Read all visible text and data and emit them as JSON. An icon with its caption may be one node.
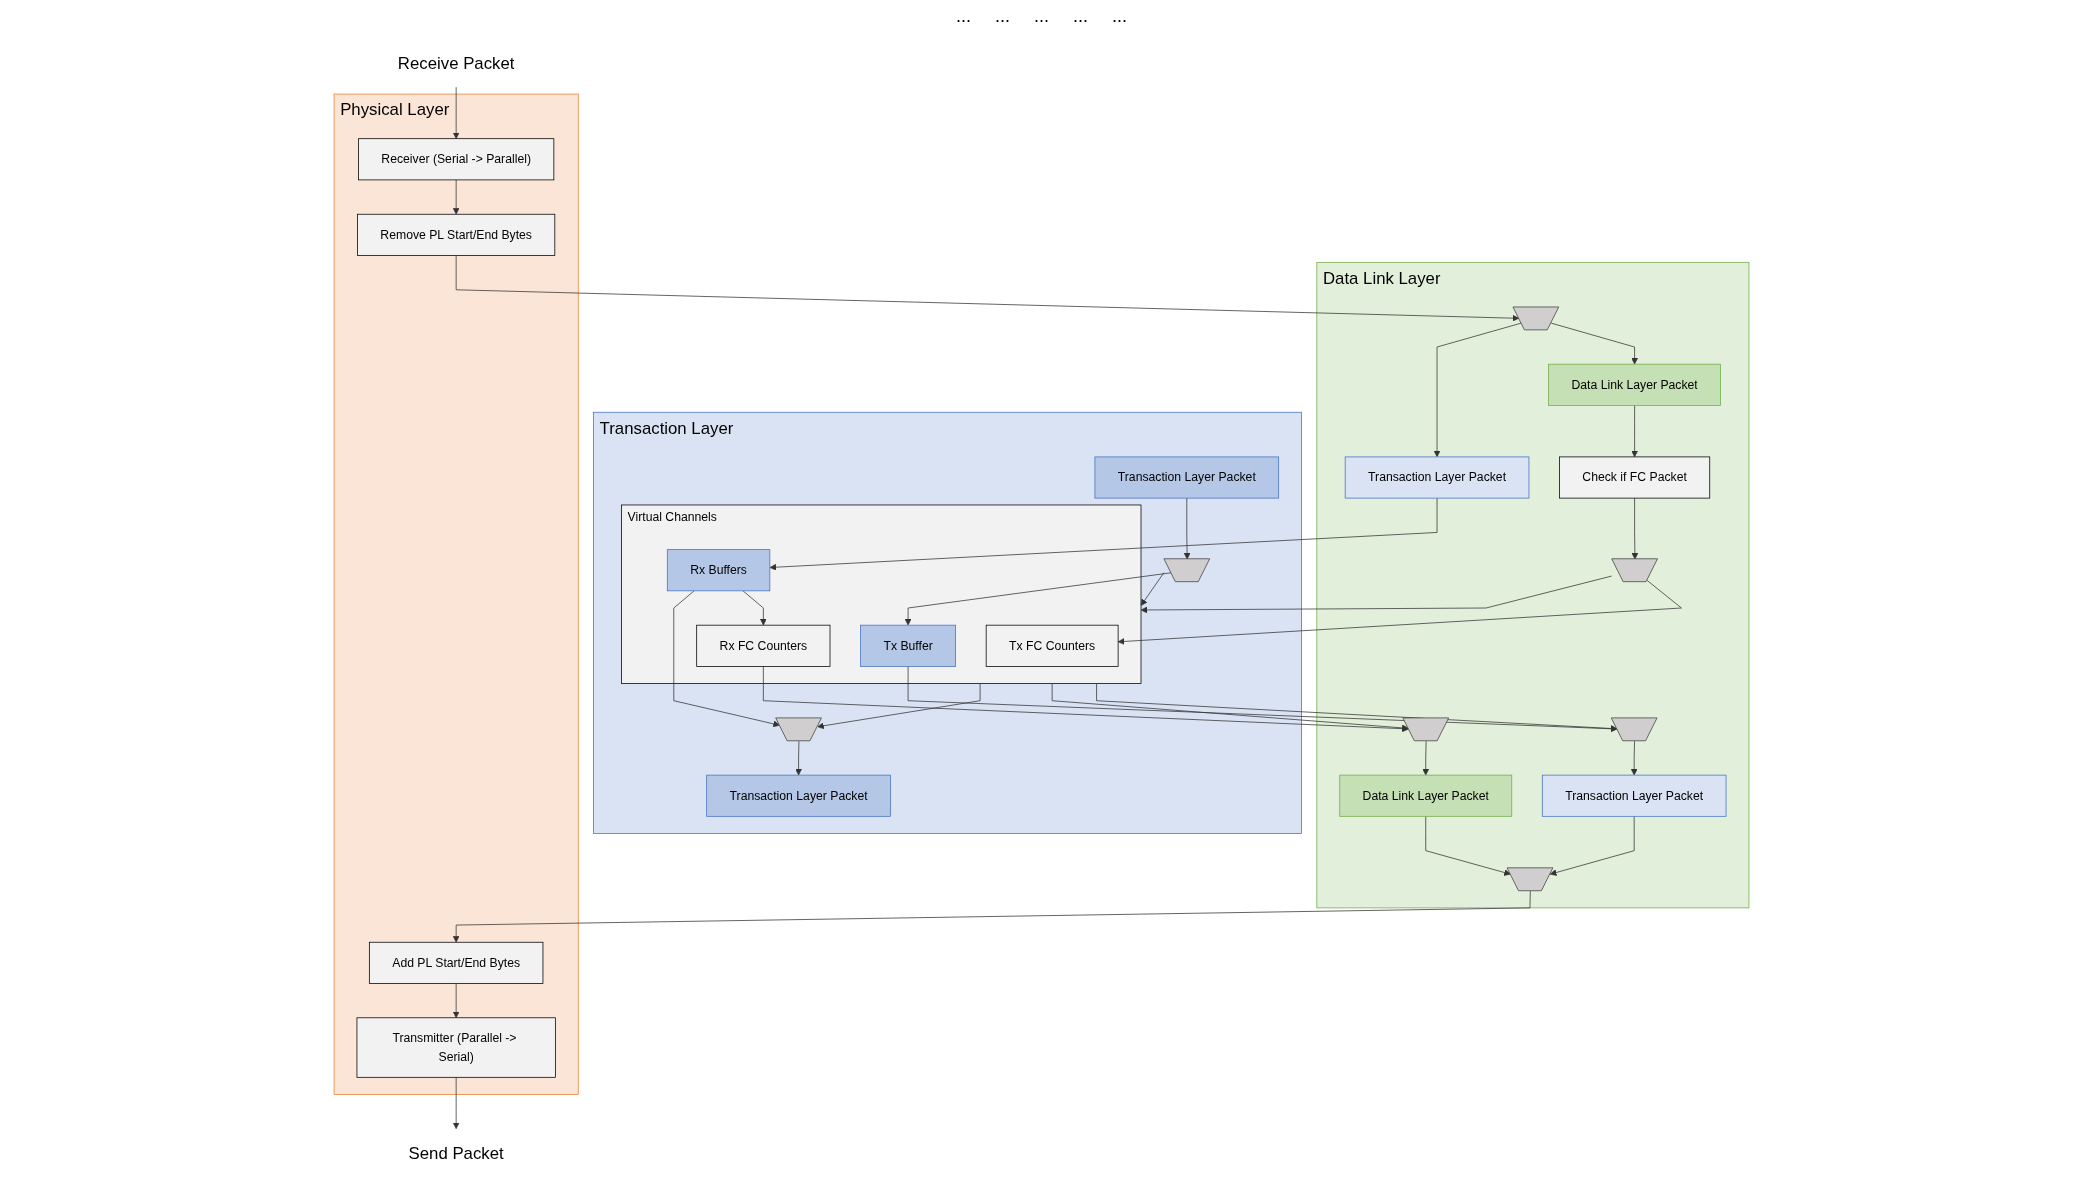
{
  "diagram": {
    "nodes": [
      {
        "text": [
          "Transaction Layer"
        ]
      },
      {
        "text": [
          "Transaction Layer Packet"
        ],
        "in": 0
      },
      {
        "text": [
          "Transaction Layer Packet"
        ],
        "in": 0
      },
      {
        "text": [],
        "shape": "trapezoid",
        "in": 0
      },
      {
        "text": [],
        "shape": "trapezoid",
        "in": 0
      },
      {
        "text": [
          "Virtual Channels"
        ],
        "in": 0
      },
      {
        "text": [
          "Tx Buffer"
        ],
        "in": 5
      },
      {
        "text": [
          "Rx FC Counters"
        ],
        "in": 5
      },
      {
        "text": [
          "Rx Buffers"
        ],
        "in": 5
      },
      {
        "text": [
          "Tx FC Counters"
        ],
        "in": 5
      },
      {
        "text": [
          "Data Link Layer"
        ]
      },
      {
        "text": [],
        "shape": "trapezoid",
        "in": 10
      },
      {
        "text": [],
        "shape": "trapezoid",
        "in": 10
      },
      {
        "text": [],
        "shape": "trapezoid",
        "in": 10
      },
      {
        "text": [
          "Check if FC Packet"
        ],
        "in": 10
      },
      {
        "text": [
          "Transaction Layer Packet"
        ],
        "in": 10
      },
      {
        "text": [
          "Data Link Layer Packet"
        ],
        "in": 10
      },
      {
        "text": [
          "Data Link Layer Packet"
        ],
        "in": 10
      },
      {
        "text": [
          "Transaction Layer Packet"
        ],
        "in": 10
      },
      {
        "text": [],
        "shape": "trapezoid",
        "in": 10
      },
      {
        "text": [],
        "shape": "trapezoid",
        "in": 10
      },
      {
        "text": [
          "Physical Layer"
        ]
      },
      {
        "text": [
          "Add PL Start/End Bytes"
        ],
        "in": 21
      },
      {
        "text": [
          "Remove PL Start/End Bytes"
        ],
        "in": 21
      },
      {
        "text": [
          "Transmitter (Parallel -> Serial)"
        ],
        "in": 21
      },
      {
        "text": [
          "Receiver (Serial -> Parallel)"
        ],
        "in": 21
      },
      {
        "text": [
          "Send Packet"
        ]
      },
      {
        "text": [
          "Receive Packet"
        ]
      }
    ],
    "edges": [
      {
        "from": 1,
        "to": 3,
        "arrow": "to"
      },
      {
        "from": 3,
        "to": 6,
        "arrow": "to"
      },
      {
        "from": 3,
        "to": 5,
        "arrow": "to"
      },
      {
        "from": 6,
        "to": 11,
        "arrow": "to"
      },
      {
        "from": 5,
        "to": 11,
        "arrow": "to"
      },
      {
        "from": 7,
        "to": 12,
        "arrow": "to"
      },
      {
        "from": 5,
        "to": 12,
        "arrow": "to"
      },
      {
        "from": 11,
        "to": 15,
        "arrow": "to"
      },
      {
        "from": 12,
        "to": 16,
        "arrow": "to"
      },
      {
        "from": 15,
        "to": 19,
        "arrow": "to"
      },
      {
        "from": 16,
        "to": 19,
        "arrow": "to"
      },
      {
        "from": 19,
        "to": 22,
        "arrow": "to"
      },
      {
        "from": 22,
        "to": 24,
        "arrow": "to"
      },
      {
        "from": 24,
        "to": 26,
        "arrow": "to"
      },
      {
        "from": 27,
        "to": 25,
        "arrow": "to"
      },
      {
        "from": 25,
        "to": 23,
        "arrow": "to"
      },
      {
        "from": 23,
        "to": 20,
        "arrow": "to"
      },
      {
        "from": 20,
        "to": 17,
        "arrow": "to"
      },
      {
        "from": 20,
        "to": 18,
        "arrow": "to"
      },
      {
        "from": 17,
        "to": 14,
        "arrow": "to"
      },
      {
        "from": 14,
        "to": 13,
        "arrow": "to"
      },
      {
        "from": 13,
        "to": 9,
        "arrow": "to"
      },
      {
        "from": 13,
        "to": 5,
        "arrow": "to"
      },
      {
        "from": 18,
        "to": 8,
        "arrow": "to"
      },
      {
        "from": 8,
        "to": 7,
        "arrow": "to"
      },
      {
        "from": 8,
        "to": 4,
        "arrow": "to"
      },
      {
        "from": 5,
        "to": 4,
        "arrow": "to"
      },
      {
        "from": 4,
        "to": 2,
        "arrow": "to"
      }
    ],
    "labels": [
      "...",
      "...",
      "...",
      "...",
      "..."
    ]
  }
}
